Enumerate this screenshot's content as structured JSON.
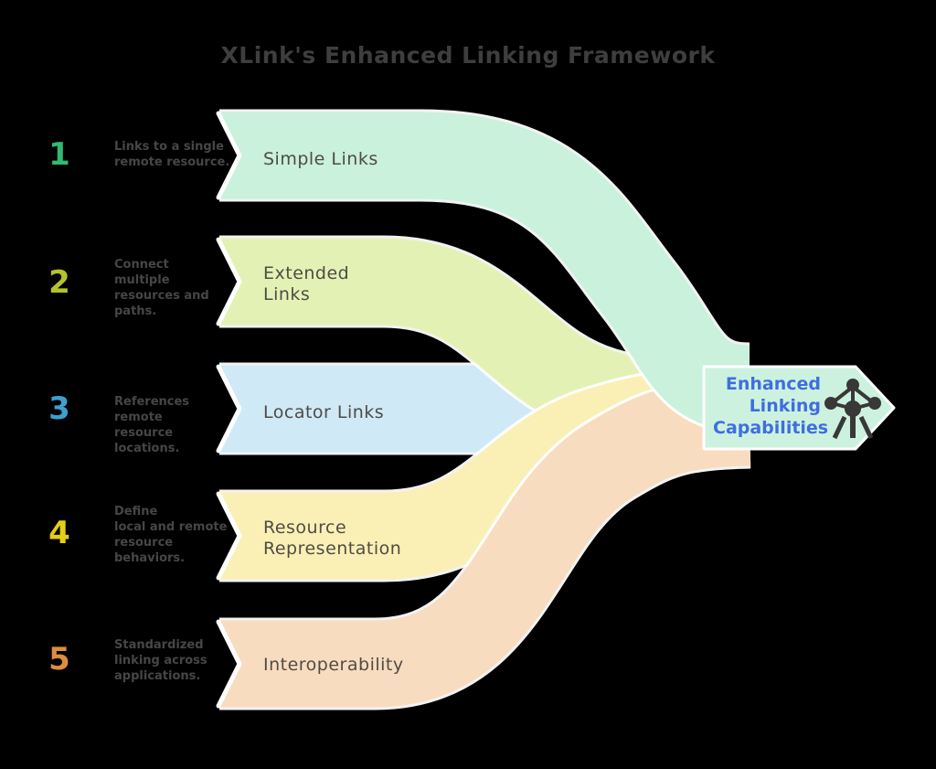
{
  "title": "XLink's Enhanced Linking Framework",
  "colors": {
    "background": "#000000",
    "band_outline": "#ffffff",
    "title_text": "#3e3e3e",
    "description_text": "#464646",
    "band_label_text": "#504b45"
  },
  "items": [
    {
      "number": "1",
      "number_color": "#33b873",
      "band_color": "#c9f1dc",
      "band_label_lines": [
        "Simple Links"
      ],
      "description_lines": [
        "Links to a single",
        "remote resource."
      ]
    },
    {
      "number": "2",
      "number_color": "#b4c22e",
      "band_color": "#e3f2b4",
      "band_label_lines": [
        "Extended",
        "Links"
      ],
      "description_lines": [
        "Connect",
        "multiple",
        "resources and",
        "paths."
      ]
    },
    {
      "number": "3",
      "number_color": "#3e9fcd",
      "band_color": "#cfe9f7",
      "band_label_lines": [
        "Locator Links"
      ],
      "description_lines": [
        "References remote",
        "resource locations."
      ]
    },
    {
      "number": "4",
      "number_color": "#e5ce14",
      "band_color": "#faf0b6",
      "band_label_lines": [
        "Resource",
        "Representation"
      ],
      "description_lines": [
        "Define",
        "local and remote",
        "resource",
        "behaviors."
      ]
    },
    {
      "number": "5",
      "number_color": "#dd8d3f",
      "band_color": "#f8dcc0",
      "band_label_lines": [
        "Interoperability"
      ],
      "description_lines": [
        "Standardized",
        "linking across",
        "applications."
      ]
    }
  ],
  "result_node": {
    "fill": "#ccf2df",
    "text_color": "#3f6ee0",
    "label_lines": [
      "Enhanced",
      "Linking",
      "Capabilities"
    ],
    "icon": "atomium-structure-icon"
  }
}
